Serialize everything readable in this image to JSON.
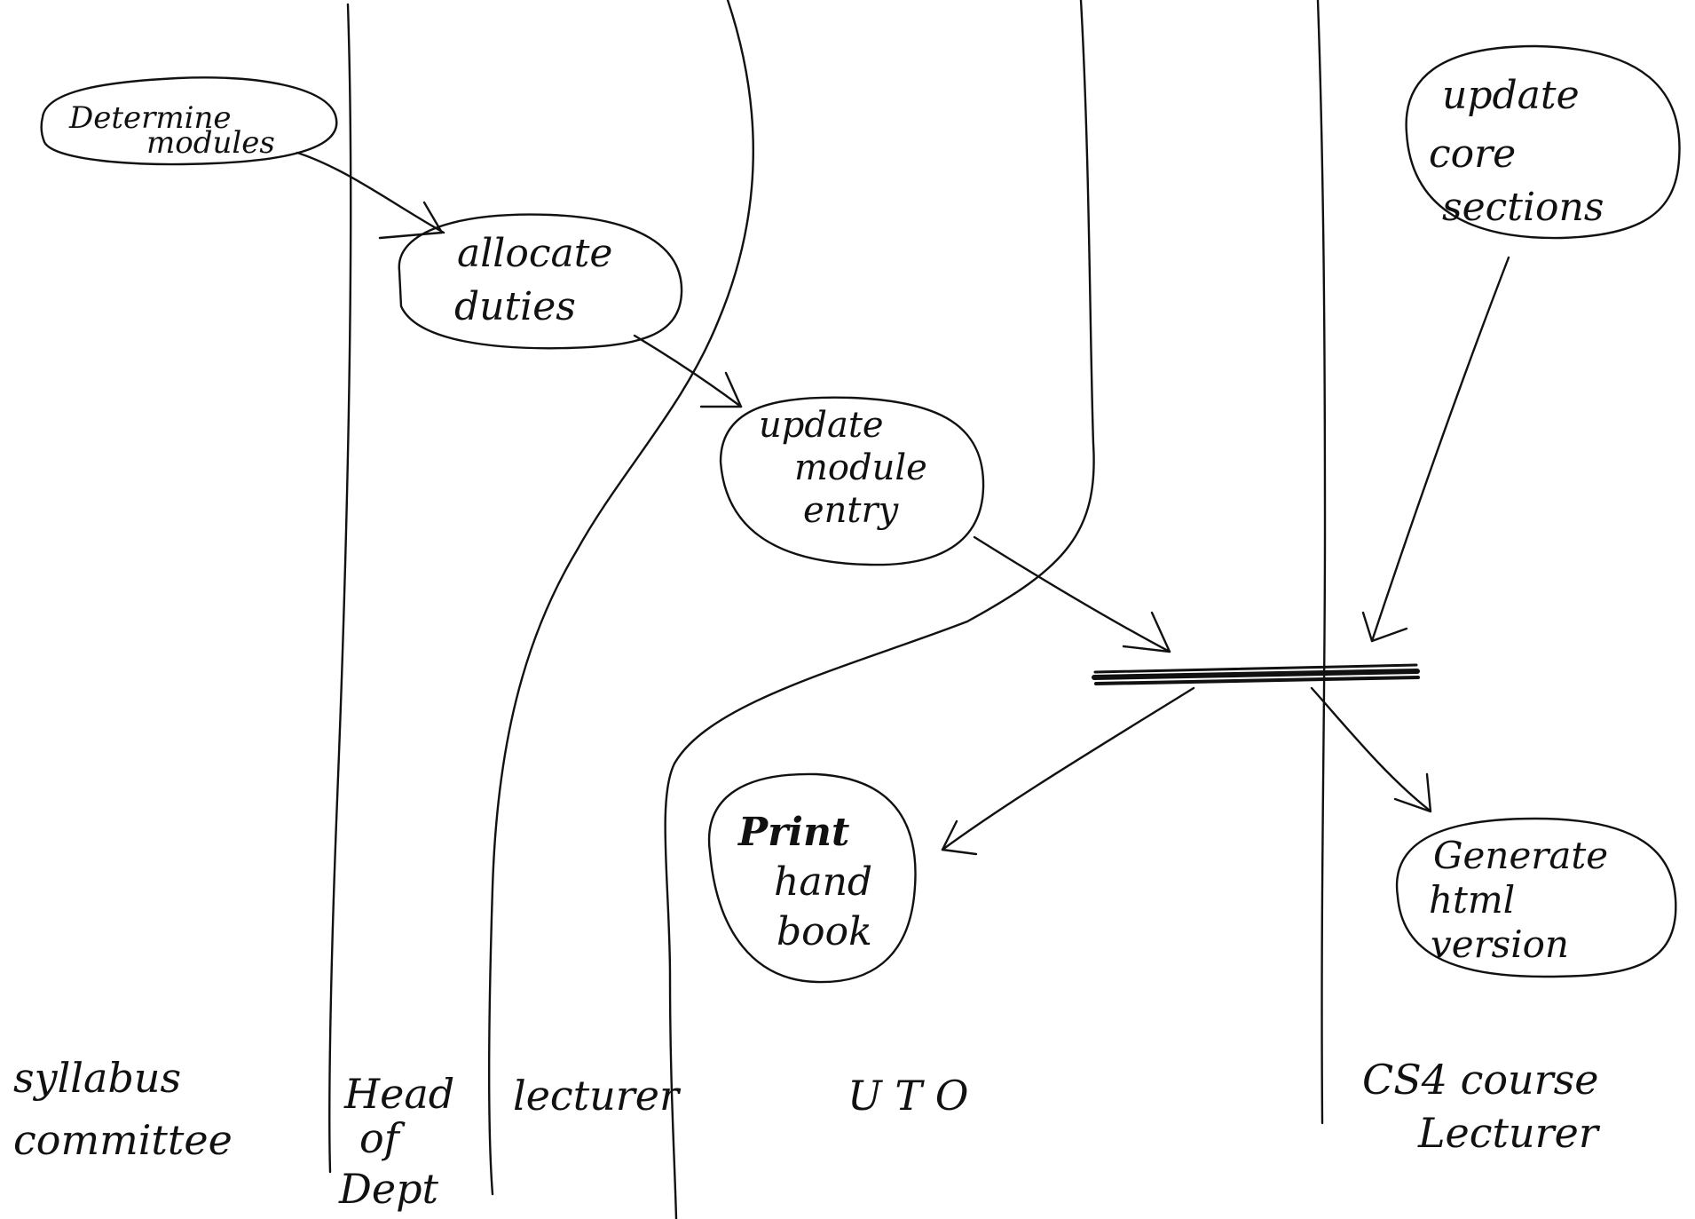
{
  "lanes": [
    {
      "id": "syllabus",
      "lines": [
        "syllabus",
        "committee"
      ]
    },
    {
      "id": "hod",
      "lines": [
        "Head",
        "of",
        "Dept"
      ]
    },
    {
      "id": "lecturer",
      "lines": [
        "lecturer"
      ]
    },
    {
      "id": "uto",
      "lines": [
        "U T O"
      ]
    },
    {
      "id": "cs4",
      "lines": [
        "CS4  course",
        "Lecturer"
      ]
    }
  ],
  "activities": [
    {
      "id": "determine",
      "lines": [
        "Determine",
        "modules"
      ]
    },
    {
      "id": "allocate",
      "lines": [
        "allocate",
        "duties"
      ]
    },
    {
      "id": "update-module",
      "lines": [
        "update",
        "module",
        "entry"
      ]
    },
    {
      "id": "update-core",
      "lines": [
        "update",
        "core",
        "sections"
      ]
    },
    {
      "id": "print",
      "lines": [
        "Print",
        "hand",
        "book"
      ]
    },
    {
      "id": "generate",
      "lines": [
        "Generate",
        "html",
        "version"
      ]
    }
  ],
  "colors": {
    "ink": "#111111",
    "paper": "#ffffff"
  }
}
